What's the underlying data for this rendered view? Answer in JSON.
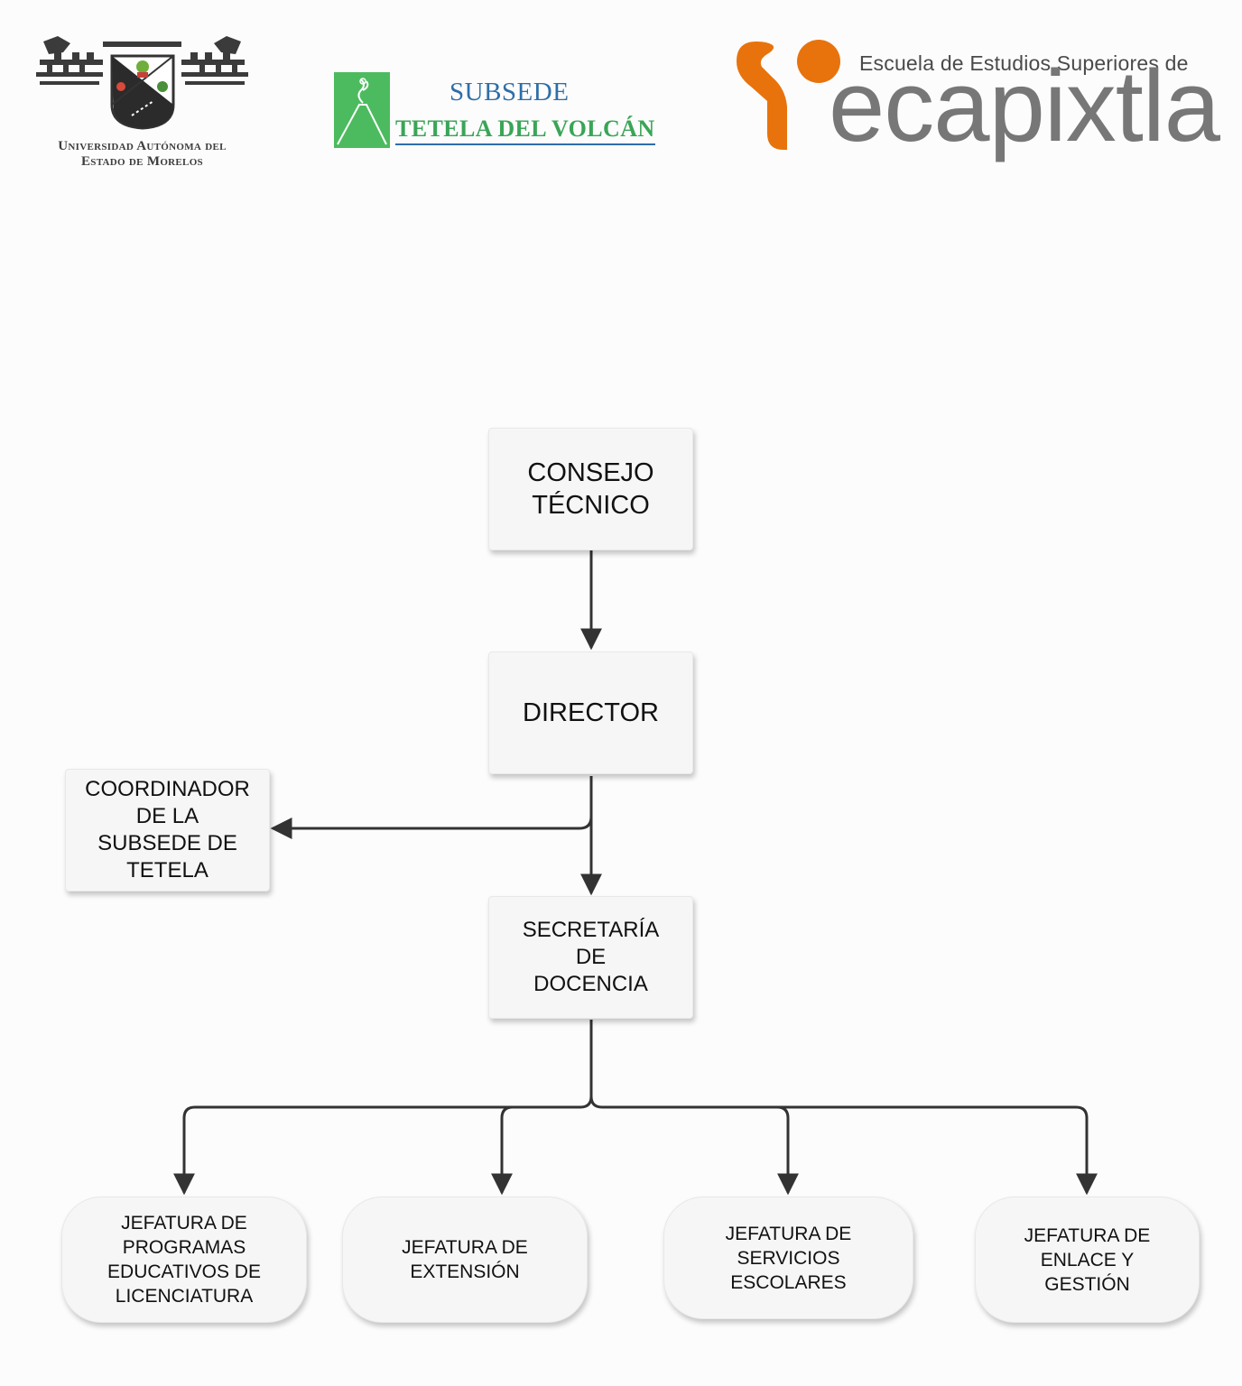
{
  "header": {
    "uaem": {
      "line1": "Universidad Autónoma del",
      "line2": "Estado de Morelos"
    },
    "subsede": {
      "title": "SUBSEDE",
      "subtitle": "TETELA DEL VOLCÁN"
    },
    "ese": {
      "top": "Escuela de Estudios Superiores de",
      "big": "ecapixtla"
    }
  },
  "colors": {
    "ese_orange": "#e8730c",
    "subsede_green": "#4cbb5f",
    "subsede_blue": "#2e6ea8",
    "connector": "#333333",
    "node_fill": "#f6f6f6"
  },
  "org": {
    "consejo": "CONSEJO\nTÉCNICO",
    "director": "DIRECTOR",
    "coordinador": "COORDINADOR\nDE LA\nSUBSEDE DE\nTETELA",
    "secretaria": "SECRETARÍA\nDE\nDOCENCIA",
    "jef_programas": "JEFATURA DE\nPROGRAMAS\nEDUCATIVOS DE\nLICENCIATURA",
    "jef_extension": "JEFATURA DE\nEXTENSIÓN",
    "jef_servicios": "JEFATURA DE\nSERVICIOS\nESCOLARES",
    "jef_enlace": "JEFATURA DE\nENLACE Y\nGESTIÓN"
  }
}
